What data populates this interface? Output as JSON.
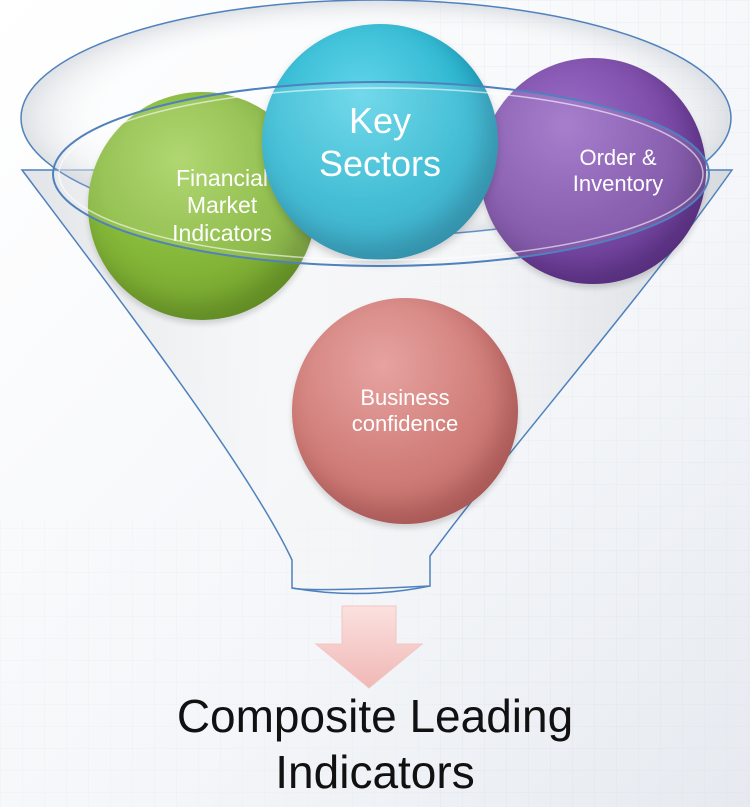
{
  "colors": {
    "funnel_stroke": "#4f81bd",
    "financial": "#86b83a",
    "key_sectors": "#2cb6d0",
    "order_inventory": "#7a4aa6",
    "business_confidence": "#d17e7a",
    "arrow": "#f4c8c6"
  },
  "funnel": {
    "inputs": [
      {
        "id": "financial",
        "label": "Financial\nMarket\nIndicators"
      },
      {
        "id": "key_sectors",
        "label": "Key\nSectors"
      },
      {
        "id": "order_inventory",
        "label": "Order &\nInventory"
      },
      {
        "id": "business_confidence",
        "label": "Business\nconfidence"
      }
    ],
    "output": "Composite Leading\nIndicators"
  },
  "icons": {
    "arrow": "down-arrow-icon"
  }
}
